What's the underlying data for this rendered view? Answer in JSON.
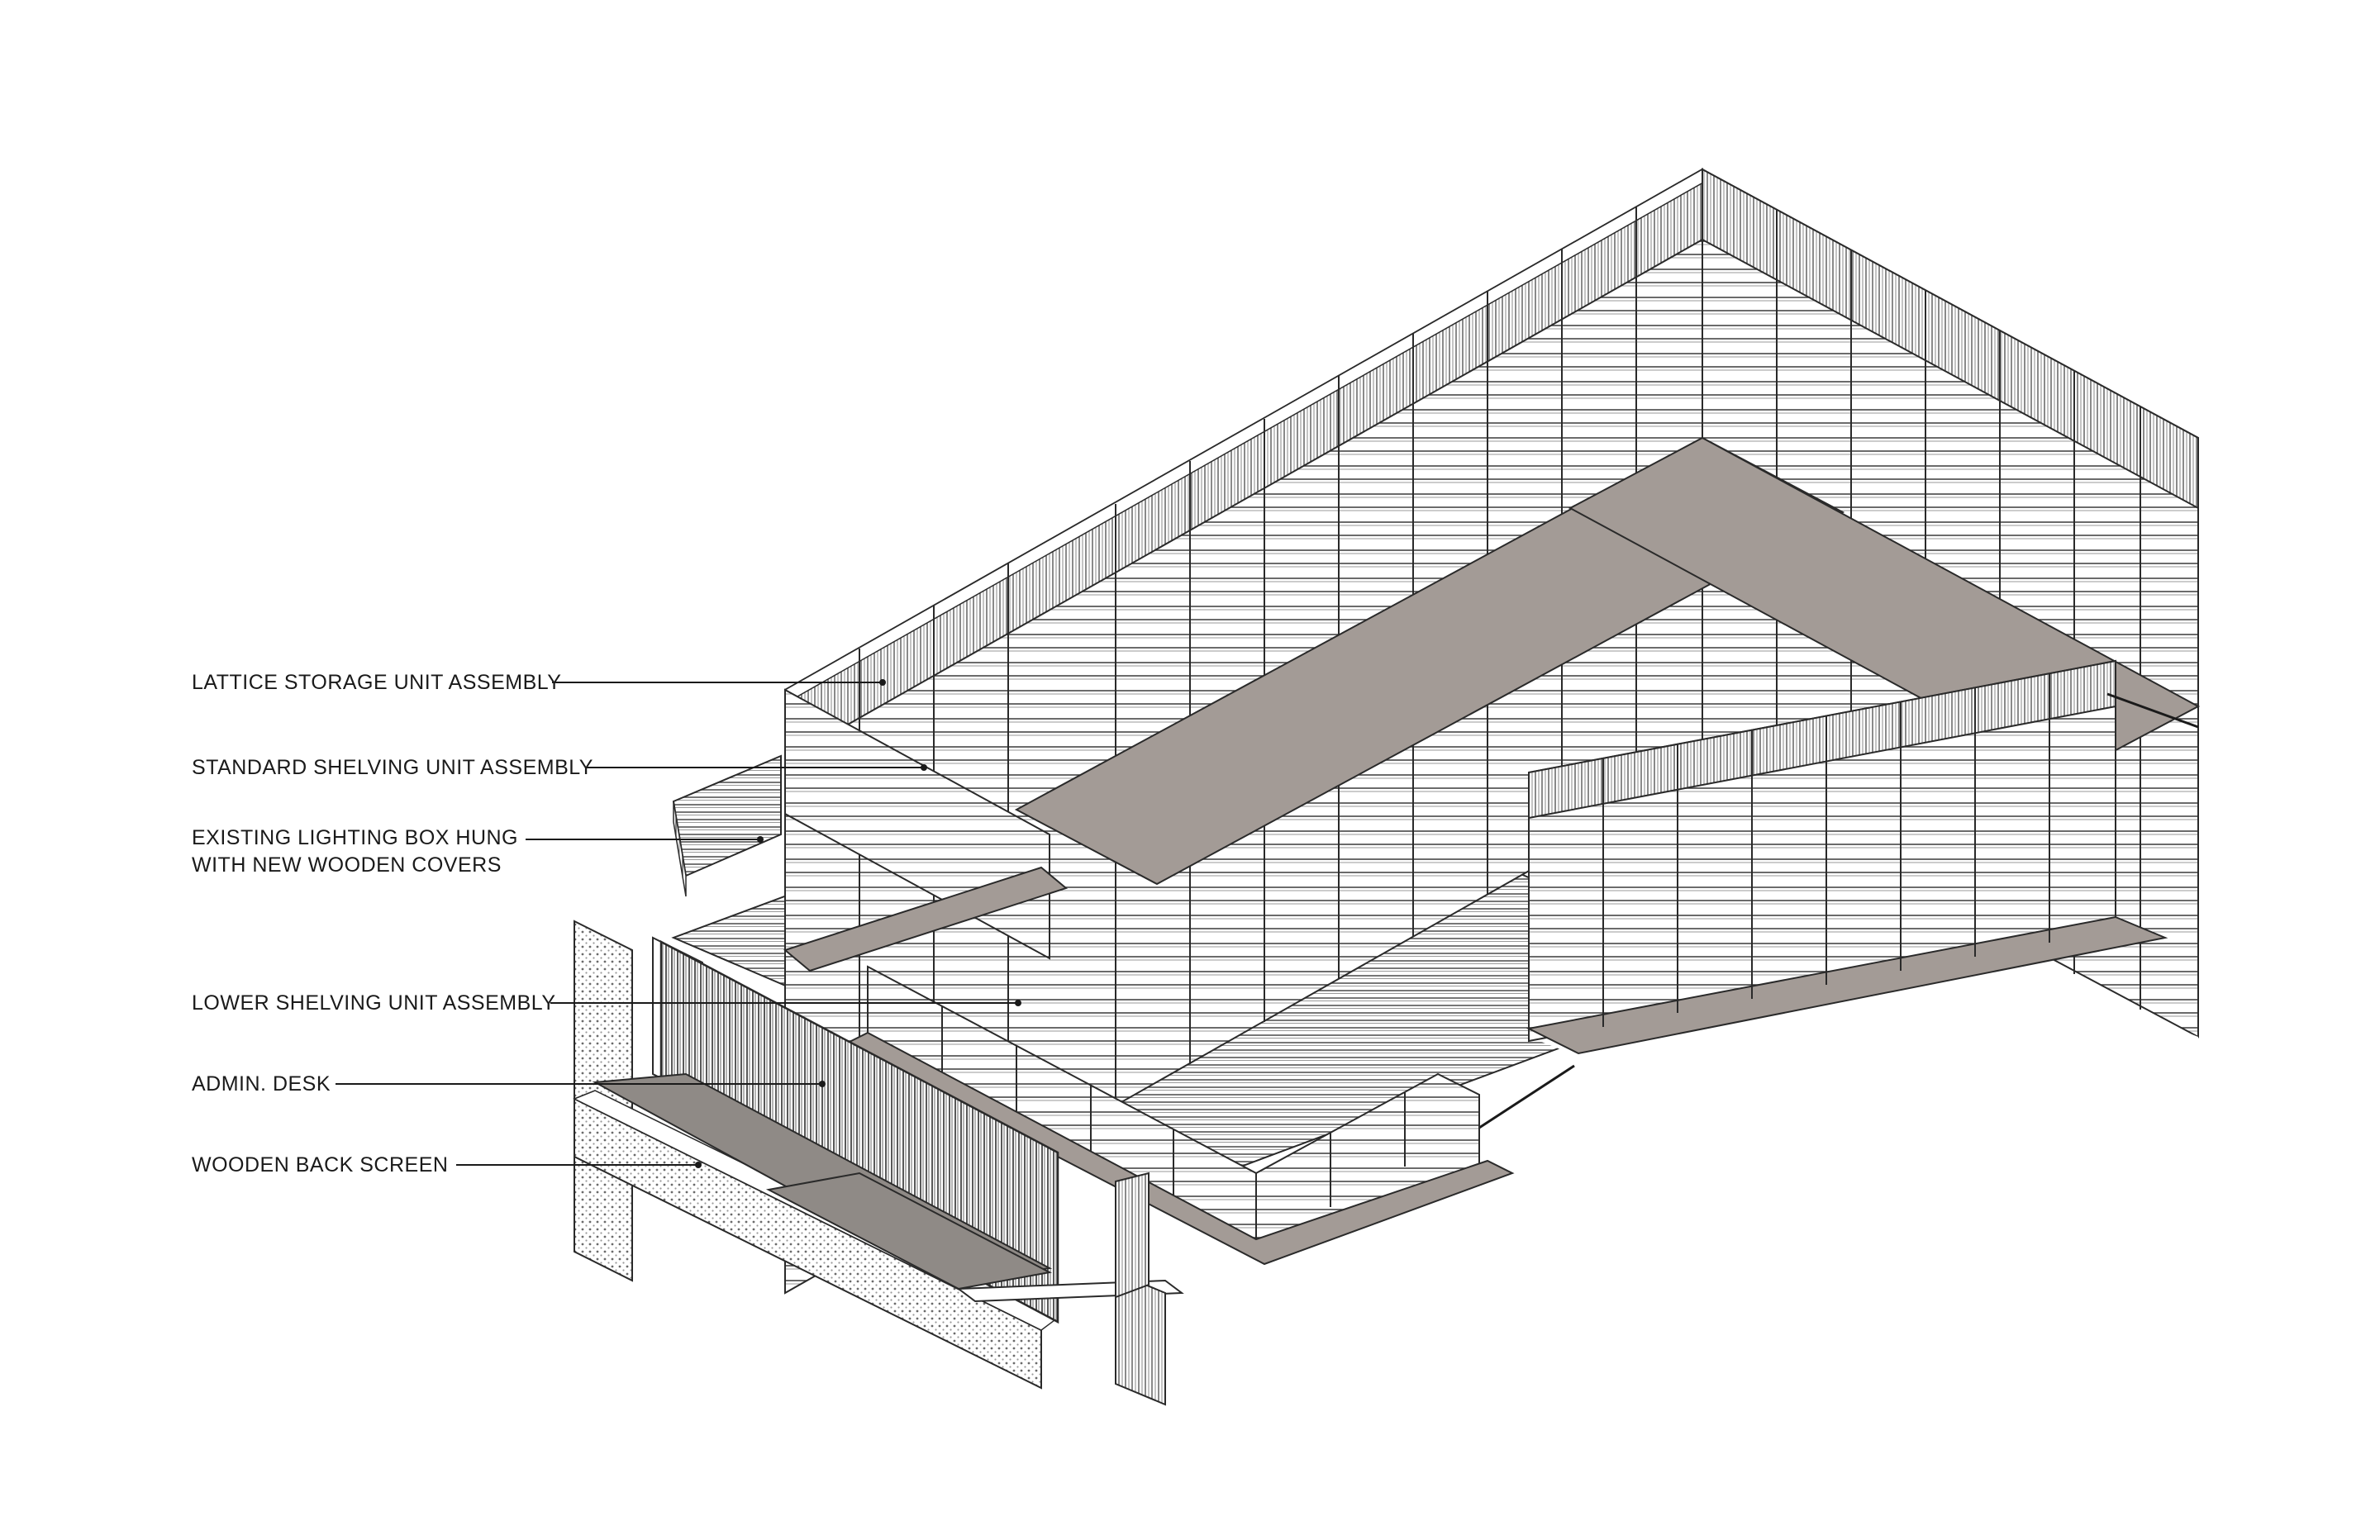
{
  "labels": [
    {
      "id": "lattice",
      "lines": [
        "LATTICE STORAGE UNIT ASSEMBLY"
      ]
    },
    {
      "id": "standard",
      "lines": [
        "STANDARD SHELVING UNIT ASSEMBLY"
      ]
    },
    {
      "id": "lighting",
      "lines": [
        "EXISTING LIGHTING BOX HUNG",
        "WITH NEW WOODEN COVERS"
      ]
    },
    {
      "id": "lower",
      "lines": [
        "LOWER SHELVING UNIT ASSEMBLY"
      ]
    },
    {
      "id": "desk",
      "lines": [
        "ADMIN. DESK"
      ]
    },
    {
      "id": "screen",
      "lines": [
        "WOODEN BACK SCREEN"
      ]
    }
  ],
  "colors": {
    "line": "#2a2a2a",
    "shelf_fill": "#ffffff",
    "base_fill": "#a39b96",
    "desk_fill": "#8f8a86",
    "background": "#ffffff"
  }
}
